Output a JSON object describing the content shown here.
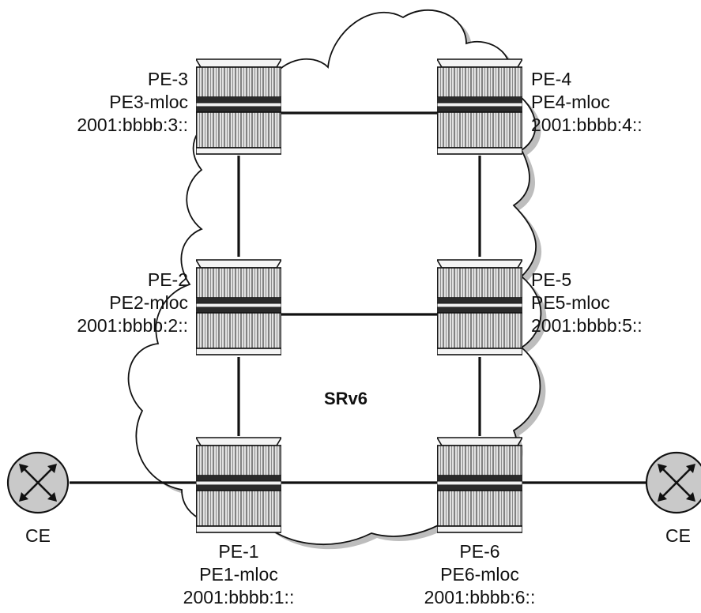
{
  "cloud_label": "SRv6",
  "routers": [
    {
      "id": "pe3",
      "name": "PE-3",
      "locator": "PE3-mloc",
      "prefix": "2001:bbbb:3::"
    },
    {
      "id": "pe4",
      "name": "PE-4",
      "locator": "PE4-mloc",
      "prefix": "2001:bbbb:4::"
    },
    {
      "id": "pe2",
      "name": "PE-2",
      "locator": "PE2-mloc",
      "prefix": "2001:bbbb:2::"
    },
    {
      "id": "pe5",
      "name": "PE-5",
      "locator": "PE5-mloc",
      "prefix": "2001:bbbb:5::"
    },
    {
      "id": "pe1",
      "name": "PE-1",
      "locator": "PE1-mloc",
      "prefix": "2001:bbbb:1::"
    },
    {
      "id": "pe6",
      "name": "PE-6",
      "locator": "PE6-mloc",
      "prefix": "2001:bbbb:6::"
    }
  ],
  "ce_left": {
    "name": "CE"
  },
  "ce_right": {
    "name": "CE"
  },
  "links": [
    [
      "pe3",
      "pe4"
    ],
    [
      "pe3",
      "pe2"
    ],
    [
      "pe4",
      "pe5"
    ],
    [
      "pe2",
      "pe5"
    ],
    [
      "pe2",
      "pe1"
    ],
    [
      "pe5",
      "pe6"
    ],
    [
      "pe1",
      "pe6"
    ],
    [
      "ce_left",
      "pe1"
    ],
    [
      "pe6",
      "ce_right"
    ]
  ],
  "colors": {
    "cloud_fill": "#ffffff",
    "cloud_shadow": "#bdbdbd",
    "line": "#111111",
    "router_body": "#e0e0e0",
    "router_stripe": "#555555",
    "ce_fill": "#c8c8c8"
  },
  "icons": {
    "router": "router-chassis-icon",
    "ce": "ce-router-icon"
  }
}
